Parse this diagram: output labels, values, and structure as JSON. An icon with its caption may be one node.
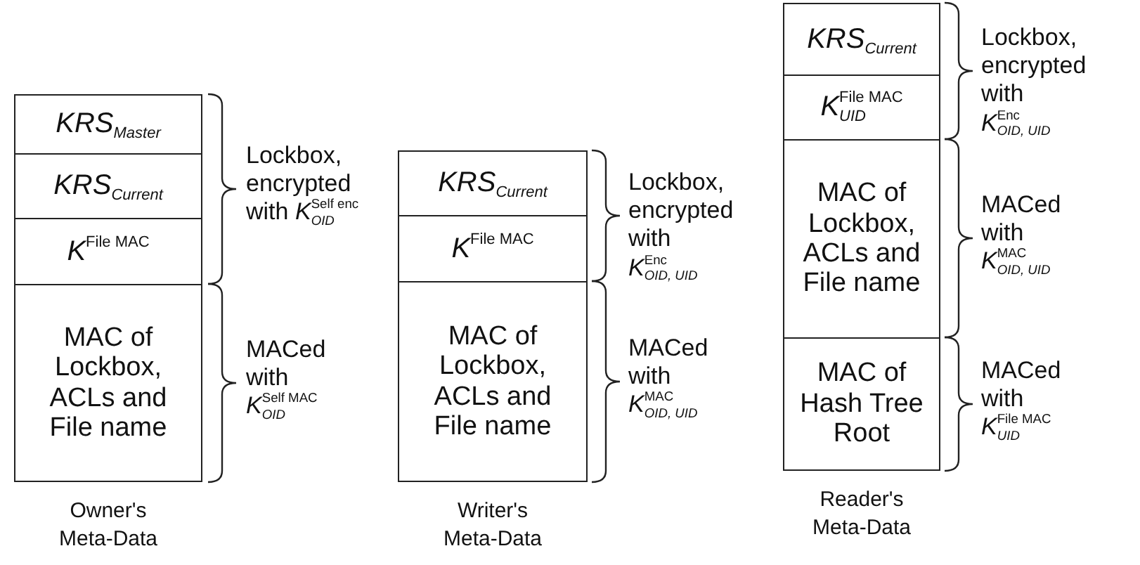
{
  "diagram": {
    "nodes": [
      {
        "text": [
          "Owner's Meta-Data"
        ]
      },
      {
        "text": [
          "*KRS*$_{Master}$"
        ],
        "in": 0
      },
      {
        "text": [
          "*KRS*$_{Current}$"
        ],
        "in": 0
      },
      {
        "text": [
          "*K*$^{File MAC}$"
        ],
        "in": 0
      },
      {
        "text": [
          "MAC of Lockbox, ACLs and File name"
        ],
        "in": 0
      },
      {
        "text": [
          "Writer's Meta-Data"
        ]
      },
      {
        "text": [
          "*KRS*$_{Current}$"
        ],
        "in": 5
      },
      {
        "text": [
          "*K*$^{File MAC}$"
        ],
        "in": 5
      },
      {
        "text": [
          "MAC of Lockbox, ACLs and File name"
        ],
        "in": 5
      },
      {
        "text": [
          "Reader's Meta-Data"
        ]
      },
      {
        "text": [
          "*KRS*$_{Current}$"
        ],
        "in": 9
      },
      {
        "text": [
          "*K*$^{File MAC}$$_{UID}$"
        ],
        "in": 9
      },
      {
        "text": [
          "MAC of Lockbox, ACLs and File name"
        ],
        "in": 9
      },
      {
        "text": [
          "MAC of Hash Tree Root"
        ],
        "in": 9
      }
    ],
    "labels": [
      "Lockbox, encrypted with *K*$^{Self enc}$$_{OID}$",
      "MACed with *K*$^{Self MAC}$$_{OID}$",
      "Lockbox, encrypted with *K*$^{Enc}$$_{OID, UID}$",
      "MACed with *K*$^{MAC}$$_{OID, UID}$",
      "Lockbox, encrypted with *K*$^{Enc}$$_{OID, UID}$",
      "MACed with *K*$^{MAC}$$_{OID, UID}$",
      "MACed with *K*$^{File MAC}$$_{UID}$"
    ]
  }
}
